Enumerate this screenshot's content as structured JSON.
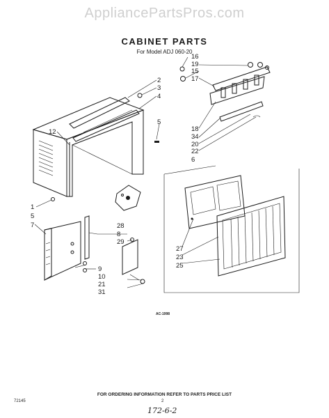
{
  "watermark": "AppliancePartsPros.com",
  "title": "CABINET PARTS",
  "subtitle": "For Model ADJ 060-20",
  "drawing_code": "AC-1998",
  "footer_note": "FOR ORDERING INFORMATION REFER TO PARTS PRICE LIST",
  "part_number": "72145",
  "page_number": "2",
  "handwritten": "172-6-2",
  "labels": {
    "top_right": [
      "16",
      "19",
      "15",
      "17"
    ],
    "top_center": [
      "2",
      "3",
      "4"
    ],
    "right_mid": [
      "18",
      "34",
      "20",
      "22",
      "6"
    ],
    "cabinet": [
      "12",
      "5"
    ],
    "left": [
      "1",
      "5",
      "7"
    ],
    "center": [
      "28",
      "8",
      "29"
    ],
    "bottom_left": [
      "9",
      "10",
      "21",
      "31"
    ],
    "grille": [
      "27",
      "23",
      "25"
    ]
  }
}
